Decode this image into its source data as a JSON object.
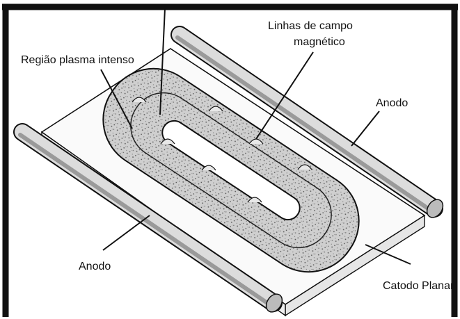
{
  "labels": {
    "plasma_region": "Região plasma intenso",
    "field_lines_line1": "Linhas de campo",
    "field_lines_line2": "magnético",
    "anode_right": "Anodo",
    "anode_left": "Anodo",
    "cathode": "Catodo Planar"
  }
}
